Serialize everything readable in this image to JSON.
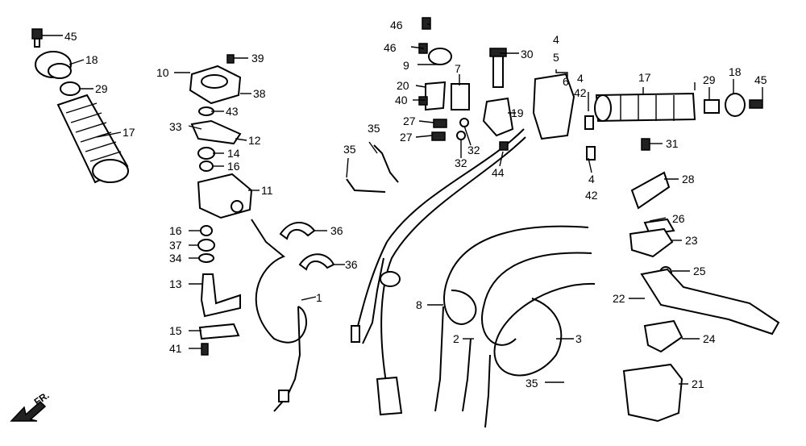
{
  "diagram": {
    "direction_label": "FR.",
    "callouts": {
      "p1": "1",
      "p2": "2",
      "p3": "3",
      "p4a": "4",
      "p4b": "4",
      "p5": "5",
      "p6": "6",
      "p7": "7",
      "p8": "8",
      "p9": "9",
      "p10": "10",
      "p11": "11",
      "p12": "12",
      "p13": "13",
      "p14": "14",
      "p15": "15",
      "p16a": "16",
      "p16b": "16",
      "p17a": "17",
      "p17b": "17",
      "p18a": "18",
      "p18b": "18",
      "p19": "19",
      "p20": "20",
      "p21": "21",
      "p22": "22",
      "p23": "23",
      "p24": "24",
      "p25": "25",
      "p26": "26",
      "p27a": "27",
      "p27b": "27",
      "p28": "28",
      "p29a": "29",
      "p29b": "29",
      "p30": "30",
      "p31": "31",
      "p32a": "32",
      "p32b": "32",
      "p33": "33",
      "p34": "34",
      "p35a": "35",
      "p35b": "35",
      "p35c": "35",
      "p36a": "36",
      "p36b": "36",
      "p37": "37",
      "p38": "38",
      "p39": "39",
      "p40": "40",
      "p41": "41",
      "p42a": "42",
      "p42b": "42",
      "p43": "43",
      "p44": "44",
      "p45a": "45",
      "p45b": "45",
      "p46a": "46",
      "p46b": "46"
    }
  }
}
